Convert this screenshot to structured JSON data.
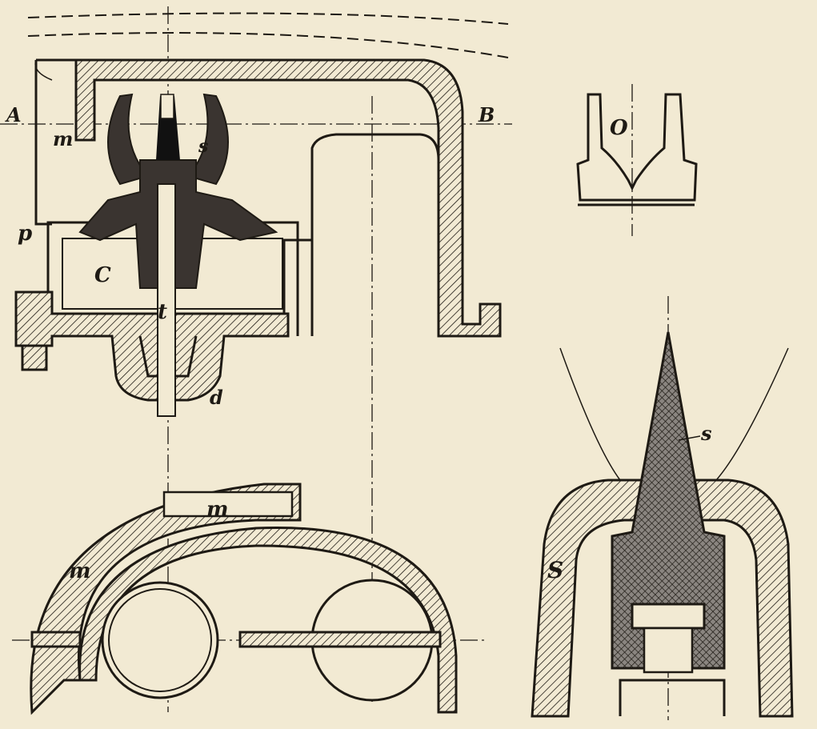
{
  "figure": {
    "labels": {
      "A": "A",
      "B": "B",
      "m_upper": "m",
      "s_main": "s",
      "O": "O",
      "p": "p",
      "C": "C",
      "t": "t",
      "d": "d",
      "m_plan_top": "m",
      "m_plan_left": "m",
      "S": "S",
      "s_detail": "s"
    },
    "colors": {
      "paper": "#f2ead3",
      "ink": "#1e1a14"
    }
  }
}
